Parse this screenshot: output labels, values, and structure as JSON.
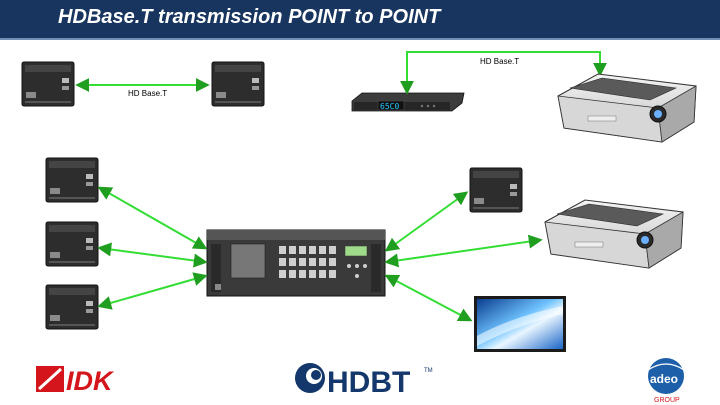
{
  "header": {
    "title": "HDBase.T transmission POINT to POINT"
  },
  "labels": {
    "hdbaset_top": "HD Base.T",
    "hdbaset_left": "HD Base.T"
  },
  "devices": {
    "display_readout": "65C0"
  },
  "logos": {
    "idk": "IDK",
    "hdbt": "HDBT",
    "hdbt_tm": "TM",
    "adeo": "adeo",
    "adeo_group": "GROUP"
  },
  "colors": {
    "header_bg": "#17355e",
    "arrow_green": "#33dd33",
    "arrow_green_dark": "#1f9e1f",
    "idk_red": "#d4161c",
    "adeo_blue": "#1d5fa8",
    "device_dark": "#2f2f2f"
  }
}
